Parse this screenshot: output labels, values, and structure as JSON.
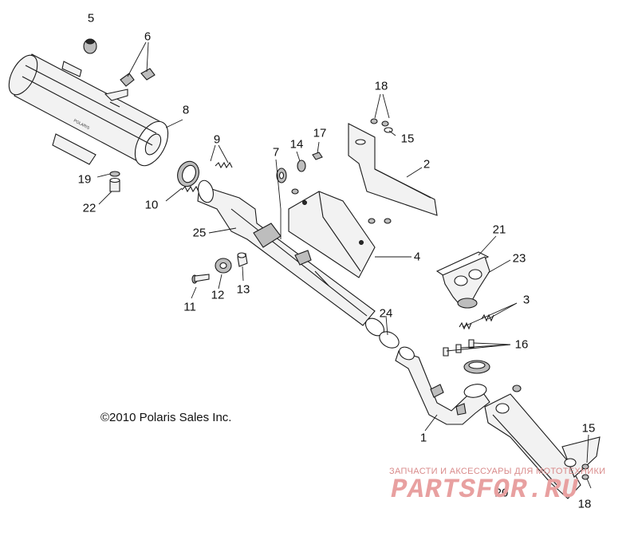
{
  "callouts": {
    "c1": "1",
    "c2": "2",
    "c3": "3",
    "c4": "4",
    "c5": "5",
    "c6": "6",
    "c7": "7",
    "c8": "8",
    "c9": "9",
    "c10": "10",
    "c11": "11",
    "c12": "12",
    "c13": "13",
    "c14": "14",
    "c15a": "15",
    "c15b": "15",
    "c16": "16",
    "c17": "17",
    "c18a": "18",
    "c18b": "18",
    "c19": "19",
    "c20": "20",
    "c21": "21",
    "c22": "22",
    "c23": "23",
    "c24": "24",
    "c25": "25"
  },
  "copyright": "©2010 Polaris Sales Inc.",
  "muffler_label": "POLARIS",
  "watermark": {
    "tagline": "ЗАПЧАСТИ И АКСЕССУАРЫ ДЛЯ МОТОТЕХНИКИ",
    "brand": "PARTSFOR.RU"
  },
  "colors": {
    "line": "#1a1a1a",
    "watermark": "#e8a0a0"
  }
}
